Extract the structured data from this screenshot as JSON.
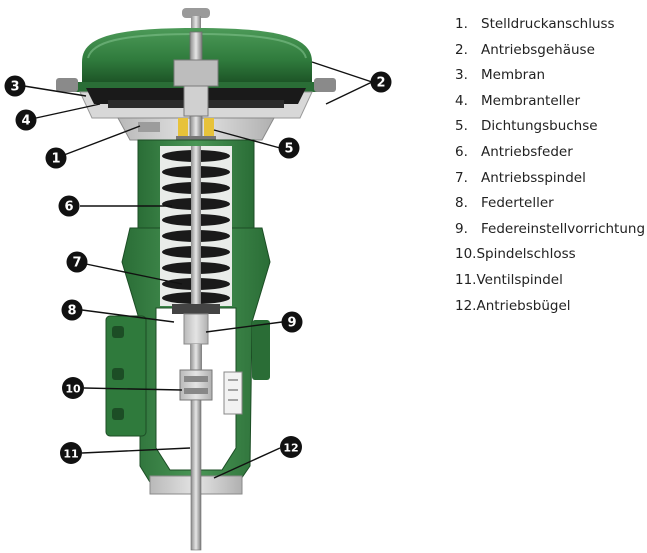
{
  "legend": {
    "items": [
      {
        "number": "1.",
        "label": "Stelldruckanschluss"
      },
      {
        "number": "2.",
        "label": "Antriebsgehäuse"
      },
      {
        "number": "3.",
        "label": "Membran"
      },
      {
        "number": "4.",
        "label": "Membranteller"
      },
      {
        "number": "5.",
        "label": "Dichtungsbuchse"
      },
      {
        "number": "6.",
        "label": "Antriebsfeder"
      },
      {
        "number": "7.",
        "label": "Antriebsspindel"
      },
      {
        "number": "8.",
        "label": "Federteller"
      },
      {
        "number": "9.",
        "label": "Federeinstellvorrichtung"
      },
      {
        "number": "10.",
        "label": "Spindelschloss"
      },
      {
        "number": "11.",
        "label": "Ventilspindel"
      },
      {
        "number": "12.",
        "label": "Antriebsbügel"
      }
    ]
  },
  "callouts": [
    "1",
    "2",
    "3",
    "4",
    "5",
    "6",
    "7",
    "8",
    "9",
    "10",
    "11",
    "12"
  ],
  "colors": {
    "housing_green": "#2f7a3c",
    "housing_dark": "#1c4d25",
    "spring_black": "#1a1a1a",
    "callout_fill": "#111111"
  }
}
